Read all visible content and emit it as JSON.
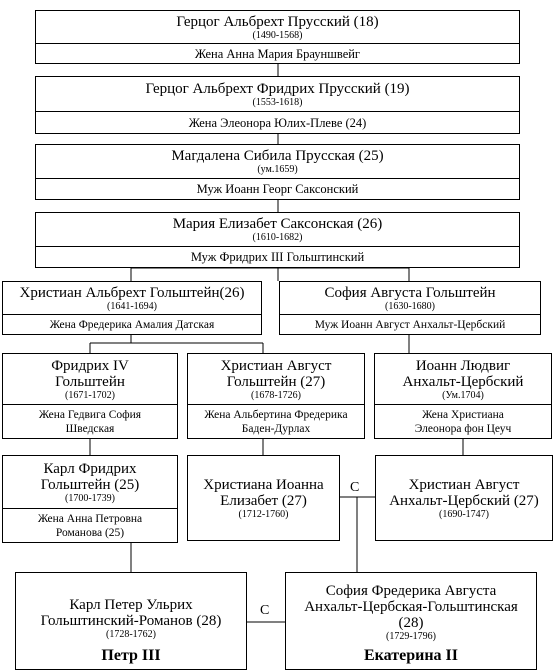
{
  "people": [
    {
      "id": "albrecht",
      "name": "Герцог Альбрехт Прусский (18)",
      "years": "(1490-1568)",
      "spouse": "Жена Анна Мария Брауншвейг"
    },
    {
      "id": "albrecht-friedrich",
      "name": "Герцог Альбрехт Фридрих Прусский (19)",
      "years": "(1553-1618)",
      "spouse": "Жена Элеонора Юлих-Плеве (24)"
    },
    {
      "id": "magdalena",
      "name": "Магдалена Сибила Прусская (25)",
      "years": "(ум.1659)",
      "spouse": "Муж Иоанн Георг Саксонский"
    },
    {
      "id": "maria",
      "name": "Мария Елизабет Саксонская (26)",
      "years": "(1610-1682)",
      "spouse": "Муж Фридрих III Гольштинский"
    },
    {
      "id": "christian-albrecht",
      "name": "Христиан Альбрехт Гольштейн(26)",
      "years": "(1641-1694)",
      "spouse": "Жена Фредерика Амалия Датская"
    },
    {
      "id": "sophia-augusta",
      "name": "София Августа Гольштейн",
      "years": "(1630-1680)",
      "spouse": "Муж Иоанн Август Анхальт-Цербский"
    },
    {
      "id": "friedrich-iv",
      "name": "Фридрих IV Гольштейн",
      "years": "(1671-1702)",
      "spouse": "Жена Гедвига София Шведская"
    },
    {
      "id": "christian-august-h",
      "name": "Христиан Август Гольштейн (27)",
      "years": "(1678-1726)",
      "spouse": "Жена Альбертина Фредерика Баден-Дурлах"
    },
    {
      "id": "johann-ludwig",
      "name": "Иоанн Людвиг Анхальт-Цербский",
      "years": "(Ум.1704)",
      "spouse": "Жена Христиана Элеонора фон Цеуч"
    },
    {
      "id": "karl-friedrich",
      "name": "Карл Фридрих Гольштейн (25)",
      "years": "(1700-1739)",
      "spouse": "Жена Анна Петровна Романова (25)"
    },
    {
      "id": "christiana",
      "name": "Христиана Иоанна Елизабет (27)",
      "years": "(1712-1760)",
      "spouse": ""
    },
    {
      "id": "christian-august-a",
      "name": "Христиан Август Анхальт-Цербский (27)",
      "years": "(1690-1747)",
      "spouse": ""
    },
    {
      "id": "peter",
      "name": "Карл Петер Ульрих Гольштинский-Романов (28)",
      "years": "(1728-1762)",
      "spouse": ""
    },
    {
      "id": "sophia-frederica",
      "name": "София Фредерика Августа Анхальт-Цербская-Гольштинская (28)",
      "years": "(1729-1796)",
      "spouse": ""
    }
  ],
  "captions": {
    "peter": "Петр III",
    "catherine": "Екатерина II"
  },
  "marriage_labels": {
    "upper": "С",
    "lower": "С"
  }
}
